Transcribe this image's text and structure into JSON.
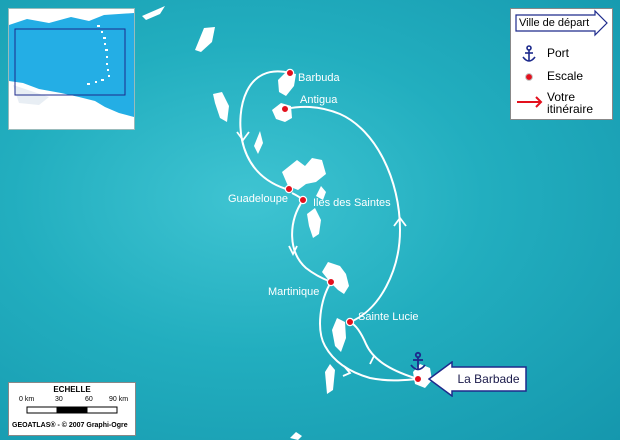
{
  "map": {
    "places": {
      "barbuda": "Barbuda",
      "antigua": "Antigua",
      "guadeloupe": "Guadeloupe",
      "iles_des_saintes": "Iles des Saintes",
      "martinique": "Martinique",
      "sainte_lucie": "Sainte Lucie",
      "la_barbade": "La Barbade"
    },
    "colors": {
      "sea": "#22aebf",
      "stop": "#e3101d",
      "route": "#ffffff",
      "legend_arrow": "#1d2a8c"
    }
  },
  "legend": {
    "departure": "Ville de départ",
    "port": "Port",
    "escale": "Escale",
    "itinerary": "Votre itinéraire",
    "port_icon": "anchor-icon",
    "escale_icon": "red-dot-icon",
    "itinerary_icon": "red-arrow-icon"
  },
  "scale": {
    "title": "ECHELLE",
    "ticks": [
      "0 km",
      "30",
      "60",
      "90 km"
    ],
    "credit": "GEOATLAS® - © 2007 Graphi-Ogre"
  }
}
